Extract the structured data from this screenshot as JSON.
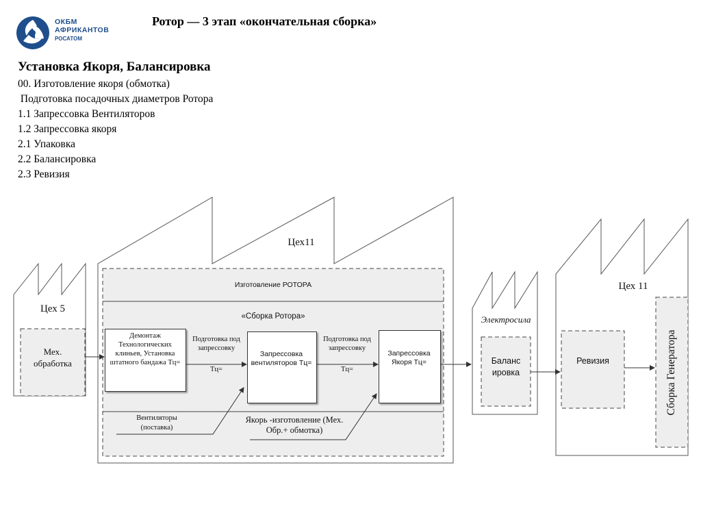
{
  "logo": {
    "line1": "ОКБМ",
    "line2": "АФРИКАНТОВ",
    "line3": "РОСАТОМ",
    "icon": "rosatom-atom-icon",
    "color": "#1f4e8c"
  },
  "header": {
    "title": "Ротор — 3 этап «окончательная сборка»"
  },
  "section": {
    "title": "Установка Якоря, Балансировка",
    "steps": [
      "00. Изготовление якоря (обмотка)",
      " Подготовка посадочных диаметров Ротора",
      "1.1 Запрессовка Вентиляторов",
      "1.2 Запрессовка якоря",
      "2.1 Упаковка",
      "2.2 Балансировка",
      "2.3 Ревизия"
    ]
  },
  "diagram": {
    "workshop5": {
      "label": "Цех 5",
      "box": "Мех. обработка"
    },
    "workshop11": {
      "label": "Цех11",
      "band": "Изготовление РОТОРА",
      "assembly": "«Сборка Ротора»",
      "dismantle": "Демонтаж Технологических клиньев, Установка штатного бандажа Тц=",
      "prep1": "Подготовка под запрессовку",
      "prep1_tc": "Тц=",
      "fans_press": "Запрессовка вентиляторов Тц=",
      "prep2": "Подготовка под запрессовку",
      "prep2_tc": "Тц=",
      "armature_press": "Запрессовка Якоря Тц=",
      "fans_supply": "Вентиляторы (поставка)",
      "armature_make": "Якорь -изготовление (Мех. Обр.+ обмотка)"
    },
    "elektrosila": {
      "label": "Электросила",
      "box": "Баланс ировка"
    },
    "workshop11b": {
      "label": "Цех 11",
      "revision": "Ревизия",
      "generator": "Сборка Генератора"
    }
  },
  "colors": {
    "shade": "#eeeeee",
    "line": "#333333",
    "box": "#ffffff"
  }
}
